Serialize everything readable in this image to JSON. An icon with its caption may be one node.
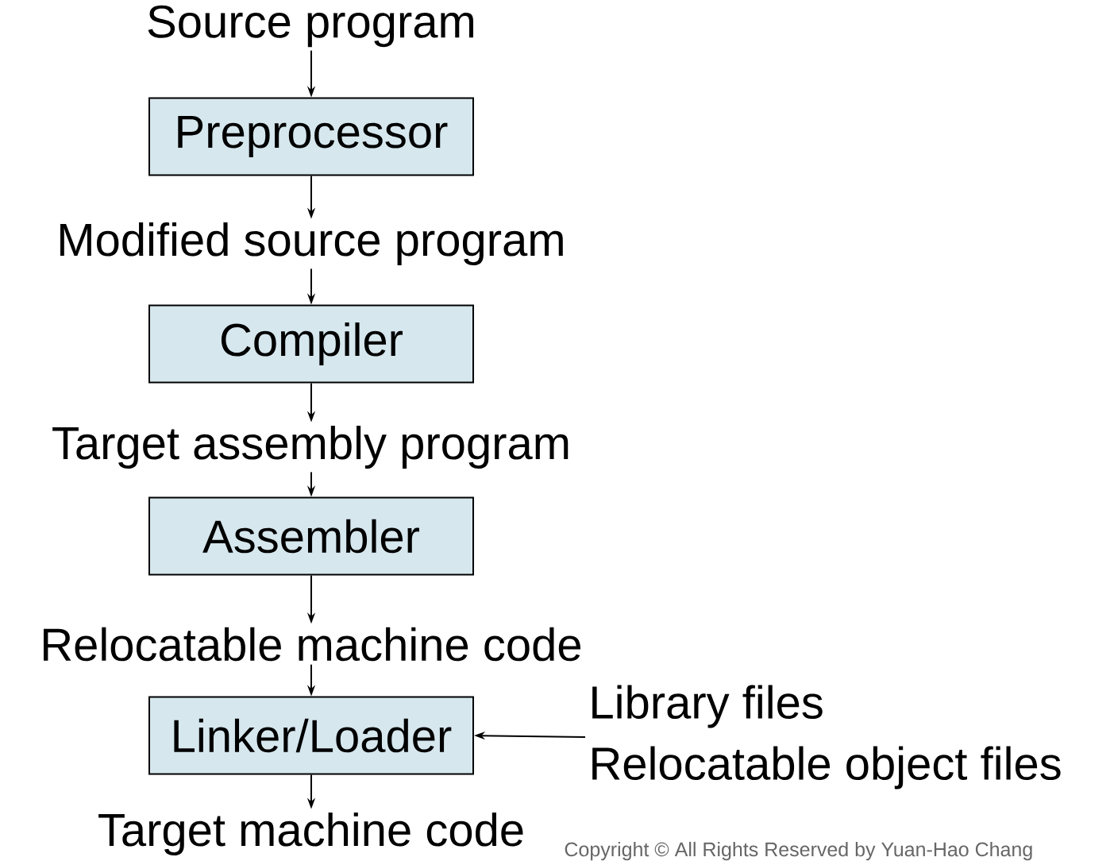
{
  "diagram": {
    "nodes": [
      {
        "text": [
          "Source program"
        ]
      },
      {
        "text": [
          "Preprocessor"
        ]
      },
      {
        "text": [
          "Modified source program"
        ]
      },
      {
        "text": [
          "Compiler"
        ]
      },
      {
        "text": [
          "Target assembly program"
        ]
      },
      {
        "text": [
          "Assembler"
        ]
      },
      {
        "text": [
          "Relocatable machine code"
        ]
      },
      {
        "text": [
          "Linker/Loader"
        ]
      },
      {
        "text": [
          "Library files",
          "Relocatable object files"
        ]
      },
      {
        "text": [
          "Target machine code"
        ]
      }
    ],
    "edges": [
      {
        "from": 0,
        "to": 1,
        "arrow": "to"
      },
      {
        "from": 1,
        "to": 2,
        "arrow": "to"
      },
      {
        "from": 2,
        "to": 3,
        "arrow": "to"
      },
      {
        "from": 3,
        "to": 4,
        "arrow": "to"
      },
      {
        "from": 4,
        "to": 5,
        "arrow": "to"
      },
      {
        "from": 5,
        "to": 6,
        "arrow": "to"
      },
      {
        "from": 6,
        "to": 7,
        "arrow": "to"
      },
      {
        "from": 8,
        "to": 7,
        "arrow": "to"
      },
      {
        "from": 7,
        "to": 9,
        "arrow": "to"
      }
    ],
    "labels": [
      "Copyright © All Rights Reserved by Yuan-Hao Chang"
    ]
  }
}
